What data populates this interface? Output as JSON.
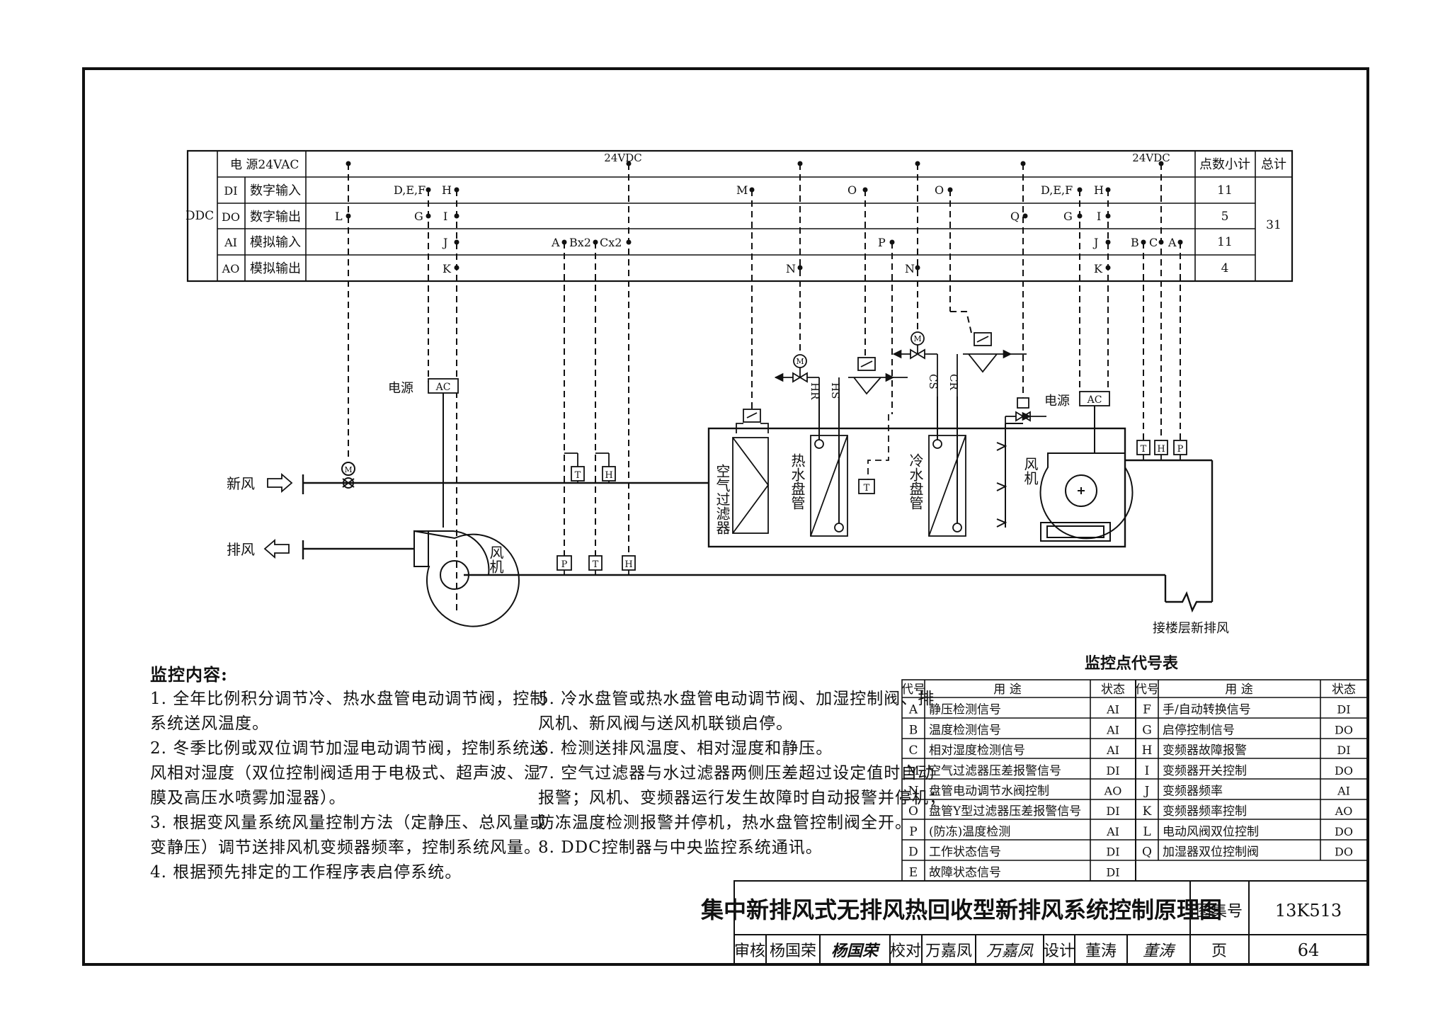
{
  "ddc": {
    "label": "DDC",
    "rows": [
      {
        "code": "",
        "name": "电  源24VAC",
        "subtotal": ""
      },
      {
        "code": "DI",
        "name": "数字输入",
        "subtotal": "11"
      },
      {
        "code": "DO",
        "name": "数字输出",
        "subtotal": "5"
      },
      {
        "code": "AI",
        "name": "模拟输入",
        "subtotal": "11"
      },
      {
        "code": "AO",
        "name": "模拟输出",
        "subtotal": "4"
      }
    ],
    "col_subtotal": "点数小计",
    "col_total": "总计",
    "total": "31",
    "vdc1": "24VDC",
    "vdc2": "24VDC"
  },
  "pins": {
    "def1": "D,E,F",
    "h1": "H",
    "l": "L",
    "g1": "G",
    "i1": "I",
    "j1": "J",
    "k1": "K",
    "a1": "A",
    "bx2": "Bx2",
    "cx2": "Cx2",
    "m": "M",
    "n1": "N",
    "o1": "O",
    "p1": "P",
    "o2": "O",
    "n2": "N",
    "def2": "D,E,F",
    "h2": "H",
    "q": "Q",
    "g2": "G",
    "i2": "I",
    "j2": "J",
    "k2": "K",
    "b2": "B",
    "c2": "C",
    "a2": "A"
  },
  "equipment": {
    "power1": "电源",
    "power2": "电源",
    "ac": "AC",
    "fresh_air": "新风",
    "exhaust_air": "排风",
    "fan_exhaust": "风机",
    "fan_supply": "风机",
    "filter": "空气过滤器",
    "hot_coil": "热水盘管",
    "cold_coil": "冷水盘管",
    "hr": "HR",
    "hs": "HS",
    "cs": "CS",
    "cr": "CR",
    "floor_air": "接楼层新排风",
    "m": "M",
    "t": "T",
    "h": "H",
    "p": "P"
  },
  "notes": {
    "title": "监控内容:",
    "left": [
      "1. 全年比例积分调节冷、热水盘管电动调节阀，控制",
      "系统送风温度。",
      "2. 冬季比例或双位调节加湿电动调节阀，控制系统送",
      "风相对湿度（双位控制阀适用于电极式、超声波、湿",
      "膜及高压水喷雾加湿器）。",
      "3. 根据变风量系统风量控制方法（定静压、总风量或",
      "变静压）调节送排风机变频器频率，控制系统风量。",
      "4. 根据预先排定的工作程序表启停系统。"
    ],
    "right": [
      "5. 冷水盘管或热水盘管电动调节阀、加湿控制阀、排",
      "风机、新风阀与送风机联锁启停。",
      "6. 检测送排风温度、相对湿度和静压。",
      "7. 空气过滤器与水过滤器两侧压差超过设定值时自动",
      "报警；风机、变频器运行发生故障时自动报警并停机；",
      "防冻温度检测报警并停机，热水盘管控制阀全开。",
      "8. DDC控制器与中央监控系统通讯。"
    ]
  },
  "legend": {
    "title": "监控点代号表",
    "headers": {
      "code": "代号",
      "purpose": "用  途",
      "status": "状态"
    },
    "left": [
      [
        "A",
        "静压检测信号",
        "AI"
      ],
      [
        "B",
        "温度检测信号",
        "AI"
      ],
      [
        "C",
        "相对湿度检测信号",
        "AI"
      ],
      [
        "M",
        "空气过滤器压差报警信号",
        "DI"
      ],
      [
        "N",
        "盘管电动调节水阀控制",
        "AO"
      ],
      [
        "O",
        "盘管Y型过滤器压差报警信号",
        "DI"
      ],
      [
        "P",
        "(防冻)温度检测",
        "AI"
      ],
      [
        "D",
        "工作状态信号",
        "DI"
      ],
      [
        "E",
        "故障状态信号",
        "DI"
      ]
    ],
    "right": [
      [
        "F",
        "手/自动转换信号",
        "DI"
      ],
      [
        "G",
        "启停控制信号",
        "DO"
      ],
      [
        "H",
        "变频器故障报警",
        "DI"
      ],
      [
        "I",
        "变频器开关控制",
        "DO"
      ],
      [
        "J",
        "变频器频率",
        "AI"
      ],
      [
        "K",
        "变频器频率控制",
        "AO"
      ],
      [
        "L",
        "电动风阀双位控制",
        "DO"
      ],
      [
        "Q",
        "加湿器双位控制阀",
        "DO"
      ]
    ]
  },
  "titleblock": {
    "title": "集中新排风式无排风热回收型新排风系统控制原理图",
    "atlas_label": "图集号",
    "atlas_no": "13K513",
    "review_label": "审核",
    "reviewer": "杨国荣",
    "reviewer_sig": "杨国荣",
    "check_label": "校对",
    "checker": "万嘉凤",
    "checker_sig": "万嘉凤",
    "design_label": "设计",
    "designer": "董涛",
    "designer_sig": "董涛",
    "page_label": "页",
    "page_no": "64"
  }
}
